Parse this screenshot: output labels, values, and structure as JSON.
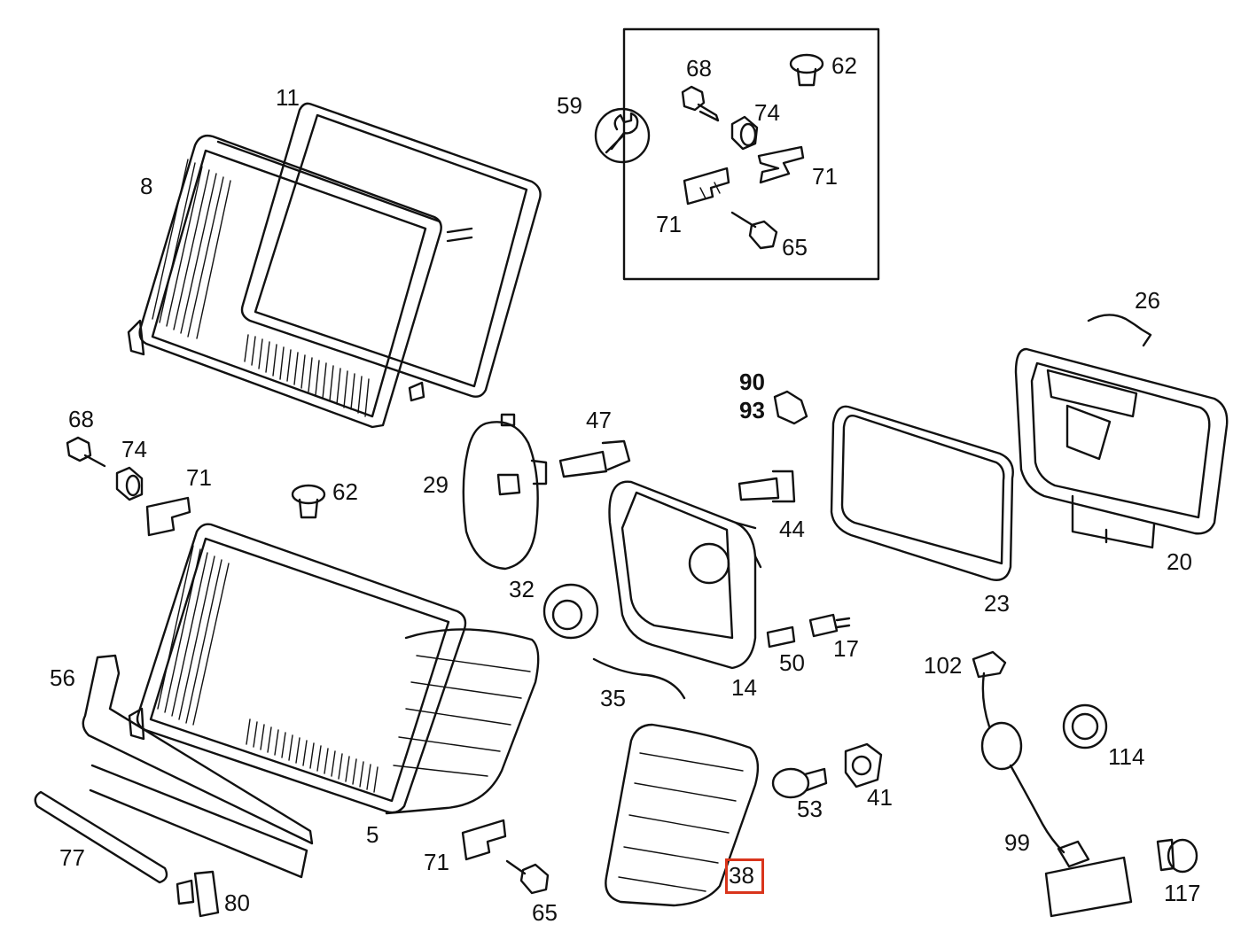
{
  "labels": {
    "p11": "11",
    "p8": "8",
    "p59": "59",
    "p68a": "68",
    "p62a": "62",
    "p74a": "74",
    "p71a": "71",
    "p71b": "71",
    "p65a": "65",
    "p26": "26",
    "p68b": "68",
    "p74b": "74",
    "p71c": "71",
    "p62b": "62",
    "p47": "47",
    "p29": "29",
    "p90": "90",
    "p93": "93",
    "p44": "44",
    "p23": "23",
    "p20": "20",
    "p32": "32",
    "p56": "56",
    "p50": "50",
    "p17": "17",
    "p14": "14",
    "p35": "35",
    "p102": "102",
    "p114": "114",
    "p53": "53",
    "p41": "41",
    "p5": "5",
    "p77": "77",
    "p71d": "71",
    "p99": "99",
    "p38": "38",
    "p117": "117",
    "p80": "80",
    "p65b": "65"
  },
  "highlight": {
    "label": "38",
    "color": "#d9351c"
  }
}
